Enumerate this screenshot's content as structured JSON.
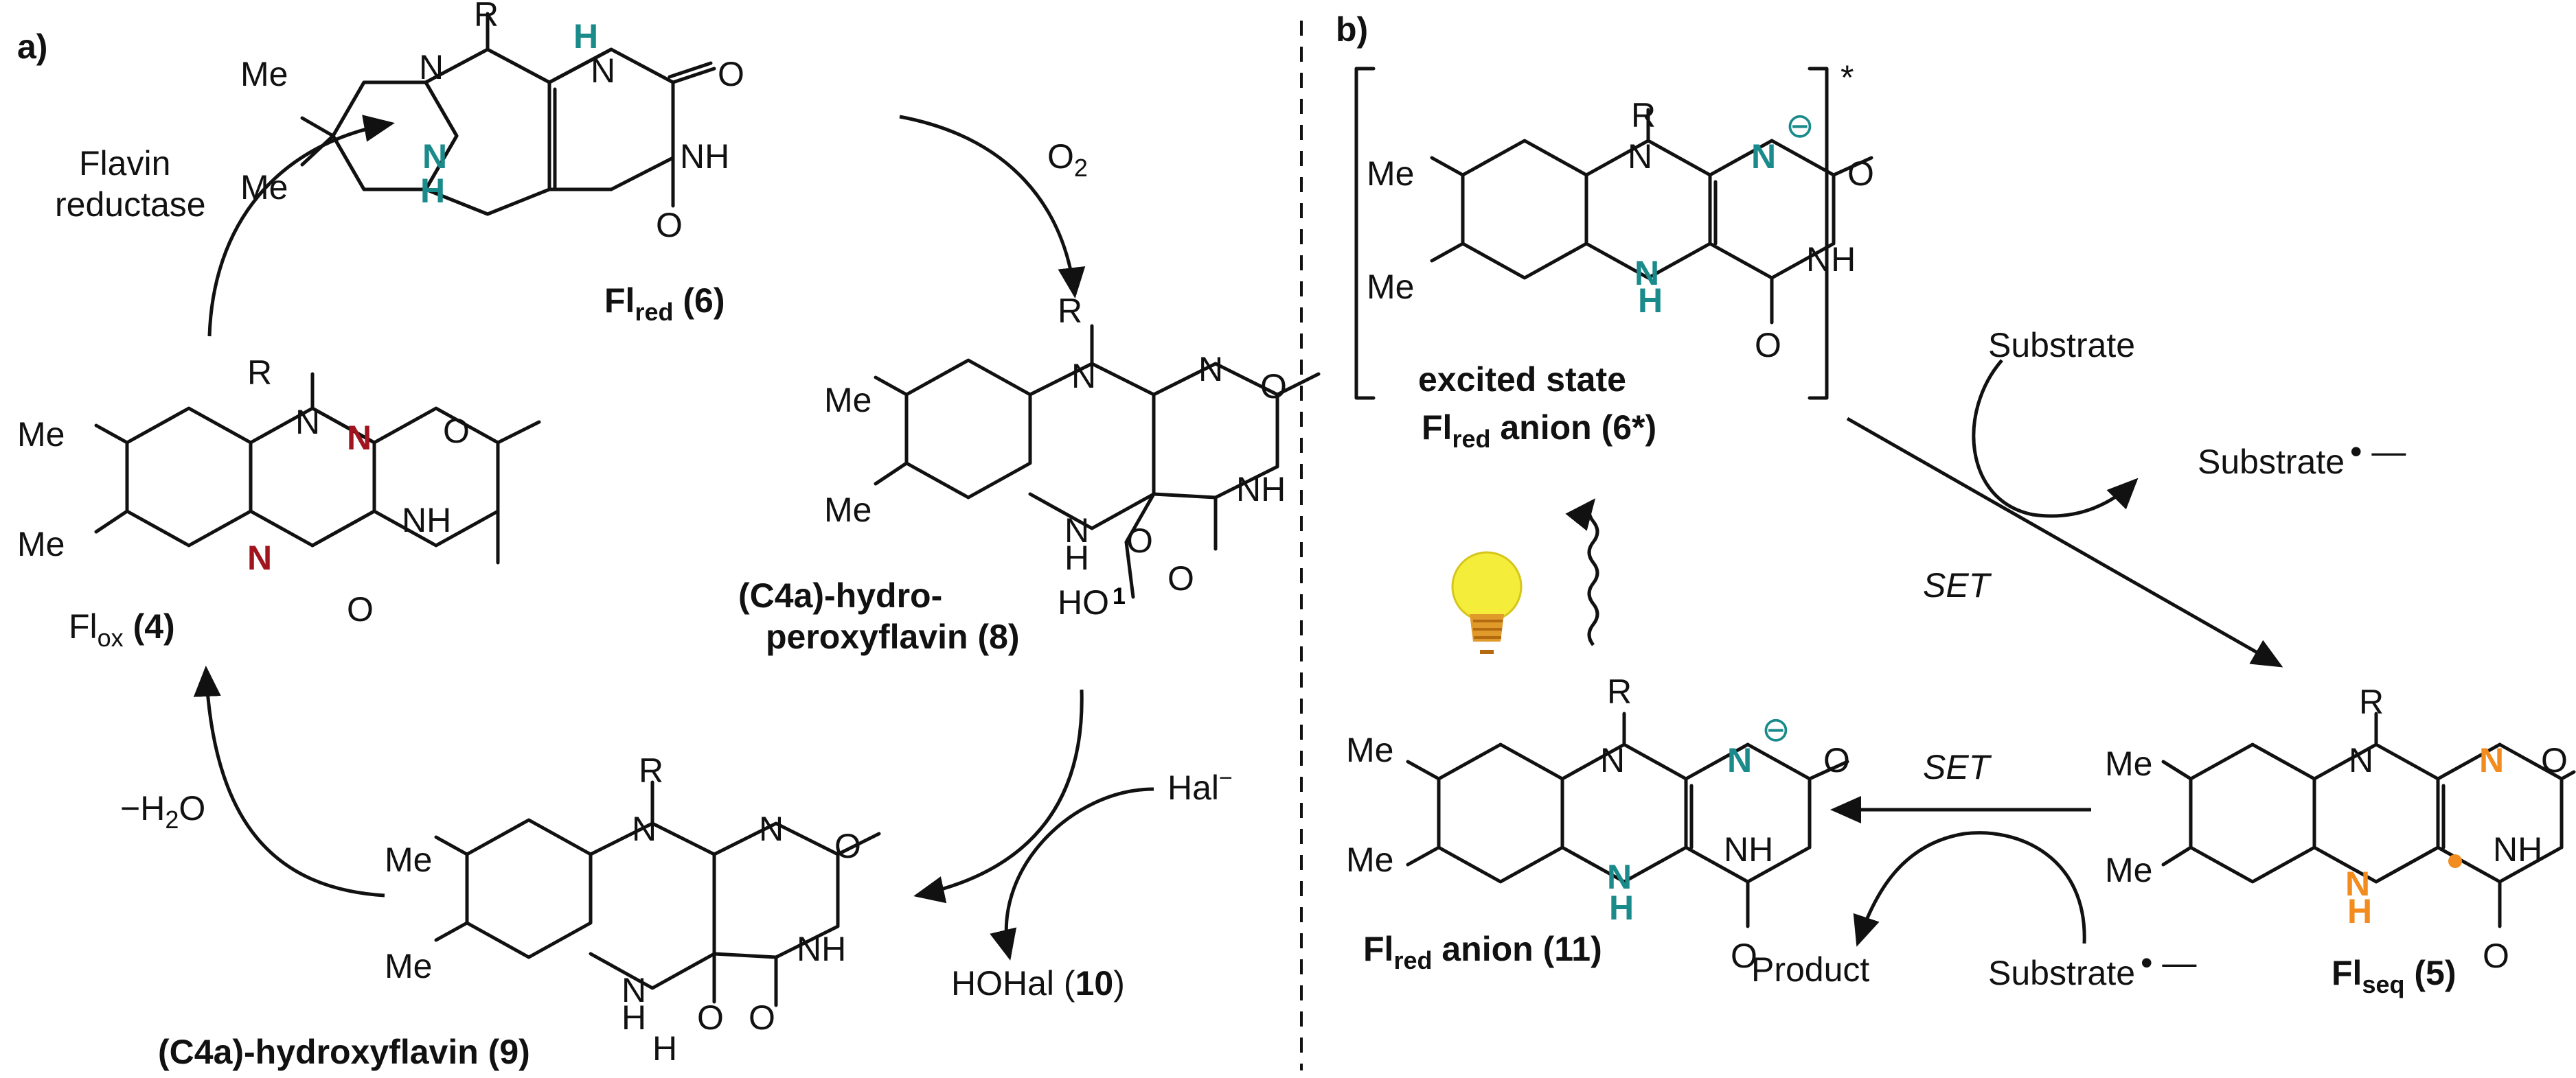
{
  "panel_a": {
    "label": "a)",
    "reductase_line1": "Flavin",
    "reductase_line2": "reductase",
    "o2": "O",
    "o2_sub": "2",
    "halide": "Hal",
    "halide_sup": "−",
    "water_loss": "−H",
    "water_sub": "2",
    "water_o": "O",
    "hohal_text": "HOHal (",
    "hohal_num": "10",
    "hohal_close": ")",
    "c4a_hydroperoxy_line1": "(C4a)-hydro-",
    "c4a_hydroperoxy_line2": "peroxyflavin (8)",
    "c4a_hydroxy": "(C4a)-hydroxyflavin  (9)",
    "flred_main": "Fl",
    "flred_sub": "red",
    "flred_num": " (6)",
    "flox_main": "Fl",
    "flox_sub": "ox",
    "flox_num": " (4)"
  },
  "panel_b": {
    "label": "b)",
    "excited_line1": "excited state",
    "excited_line2_main": "Fl",
    "excited_line2_sub": "red",
    "excited_line2_rest": " anion (6*)",
    "bracket_star": "*",
    "substrate_top": "Substrate",
    "substrate_radical_top": "Substrate",
    "radical_mark": "• —",
    "set_top": "SET",
    "set_bottom": "SET",
    "flseq_main": "Fl",
    "flseq_sub": "seq",
    "flseq_num": " (5)",
    "flred_anion_main": "Fl",
    "flred_anion_sub": "red",
    "flred_anion_rest": " anion (11)",
    "product": "Product",
    "substrate_bottom": "Substrate",
    "radical_mark_bottom": "• —"
  },
  "atoms": {
    "me": "Me",
    "r": "R",
    "n": "N",
    "h": "H",
    "o": "O",
    "nh": "NH",
    "ho": "HO",
    "o_single": "O",
    "minus": "⊖",
    "one": "1"
  },
  "colors": {
    "teal": "#1a8a8a",
    "darkred": "#a0141e",
    "orange": "#f28c1e",
    "red_text": "#e8101a",
    "gray_set": "#8c8c8c",
    "bulb": "#f4ee3a",
    "bulb_base": "#e09a2a"
  }
}
